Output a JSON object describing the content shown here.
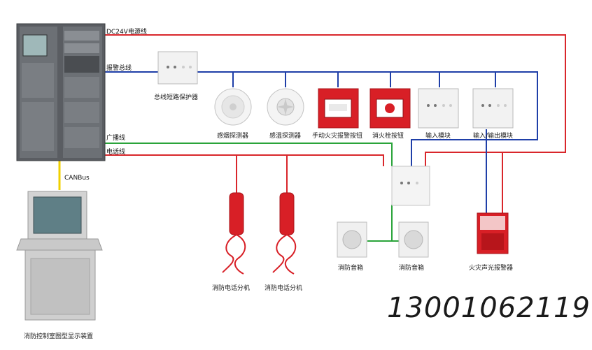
{
  "lines": {
    "dc24v": "DC24V电源线",
    "alarm_bus": "报警总线",
    "broadcast": "广播线",
    "telephone": "电话线",
    "canbus": "CANBus"
  },
  "devices": {
    "bus_protector": "总线短路保护器",
    "smoke_detector": "感烟探测器",
    "heat_detector": "感温探测器",
    "manual_alarm_button": "手动火灾报警按钮",
    "hydrant_button": "消火栓按钮",
    "input_module": "输入模块",
    "io_module": "输入/输出模块",
    "phone_1": "消防电话分机",
    "phone_2": "消防电话分机",
    "speaker_1": "消防音箱",
    "speaker_2": "消防音箱",
    "sound_light_alarm": "火灾声光报警器",
    "display_unit": "消防控制室图型显示装置"
  },
  "contact_number": "13001062119",
  "colors": {
    "dc24v": "#d9262b",
    "alarm_bus": "#1f3fa8",
    "broadcast": "#2aa43a",
    "telephone": "#d9262b",
    "canbus": "#f0d000"
  }
}
